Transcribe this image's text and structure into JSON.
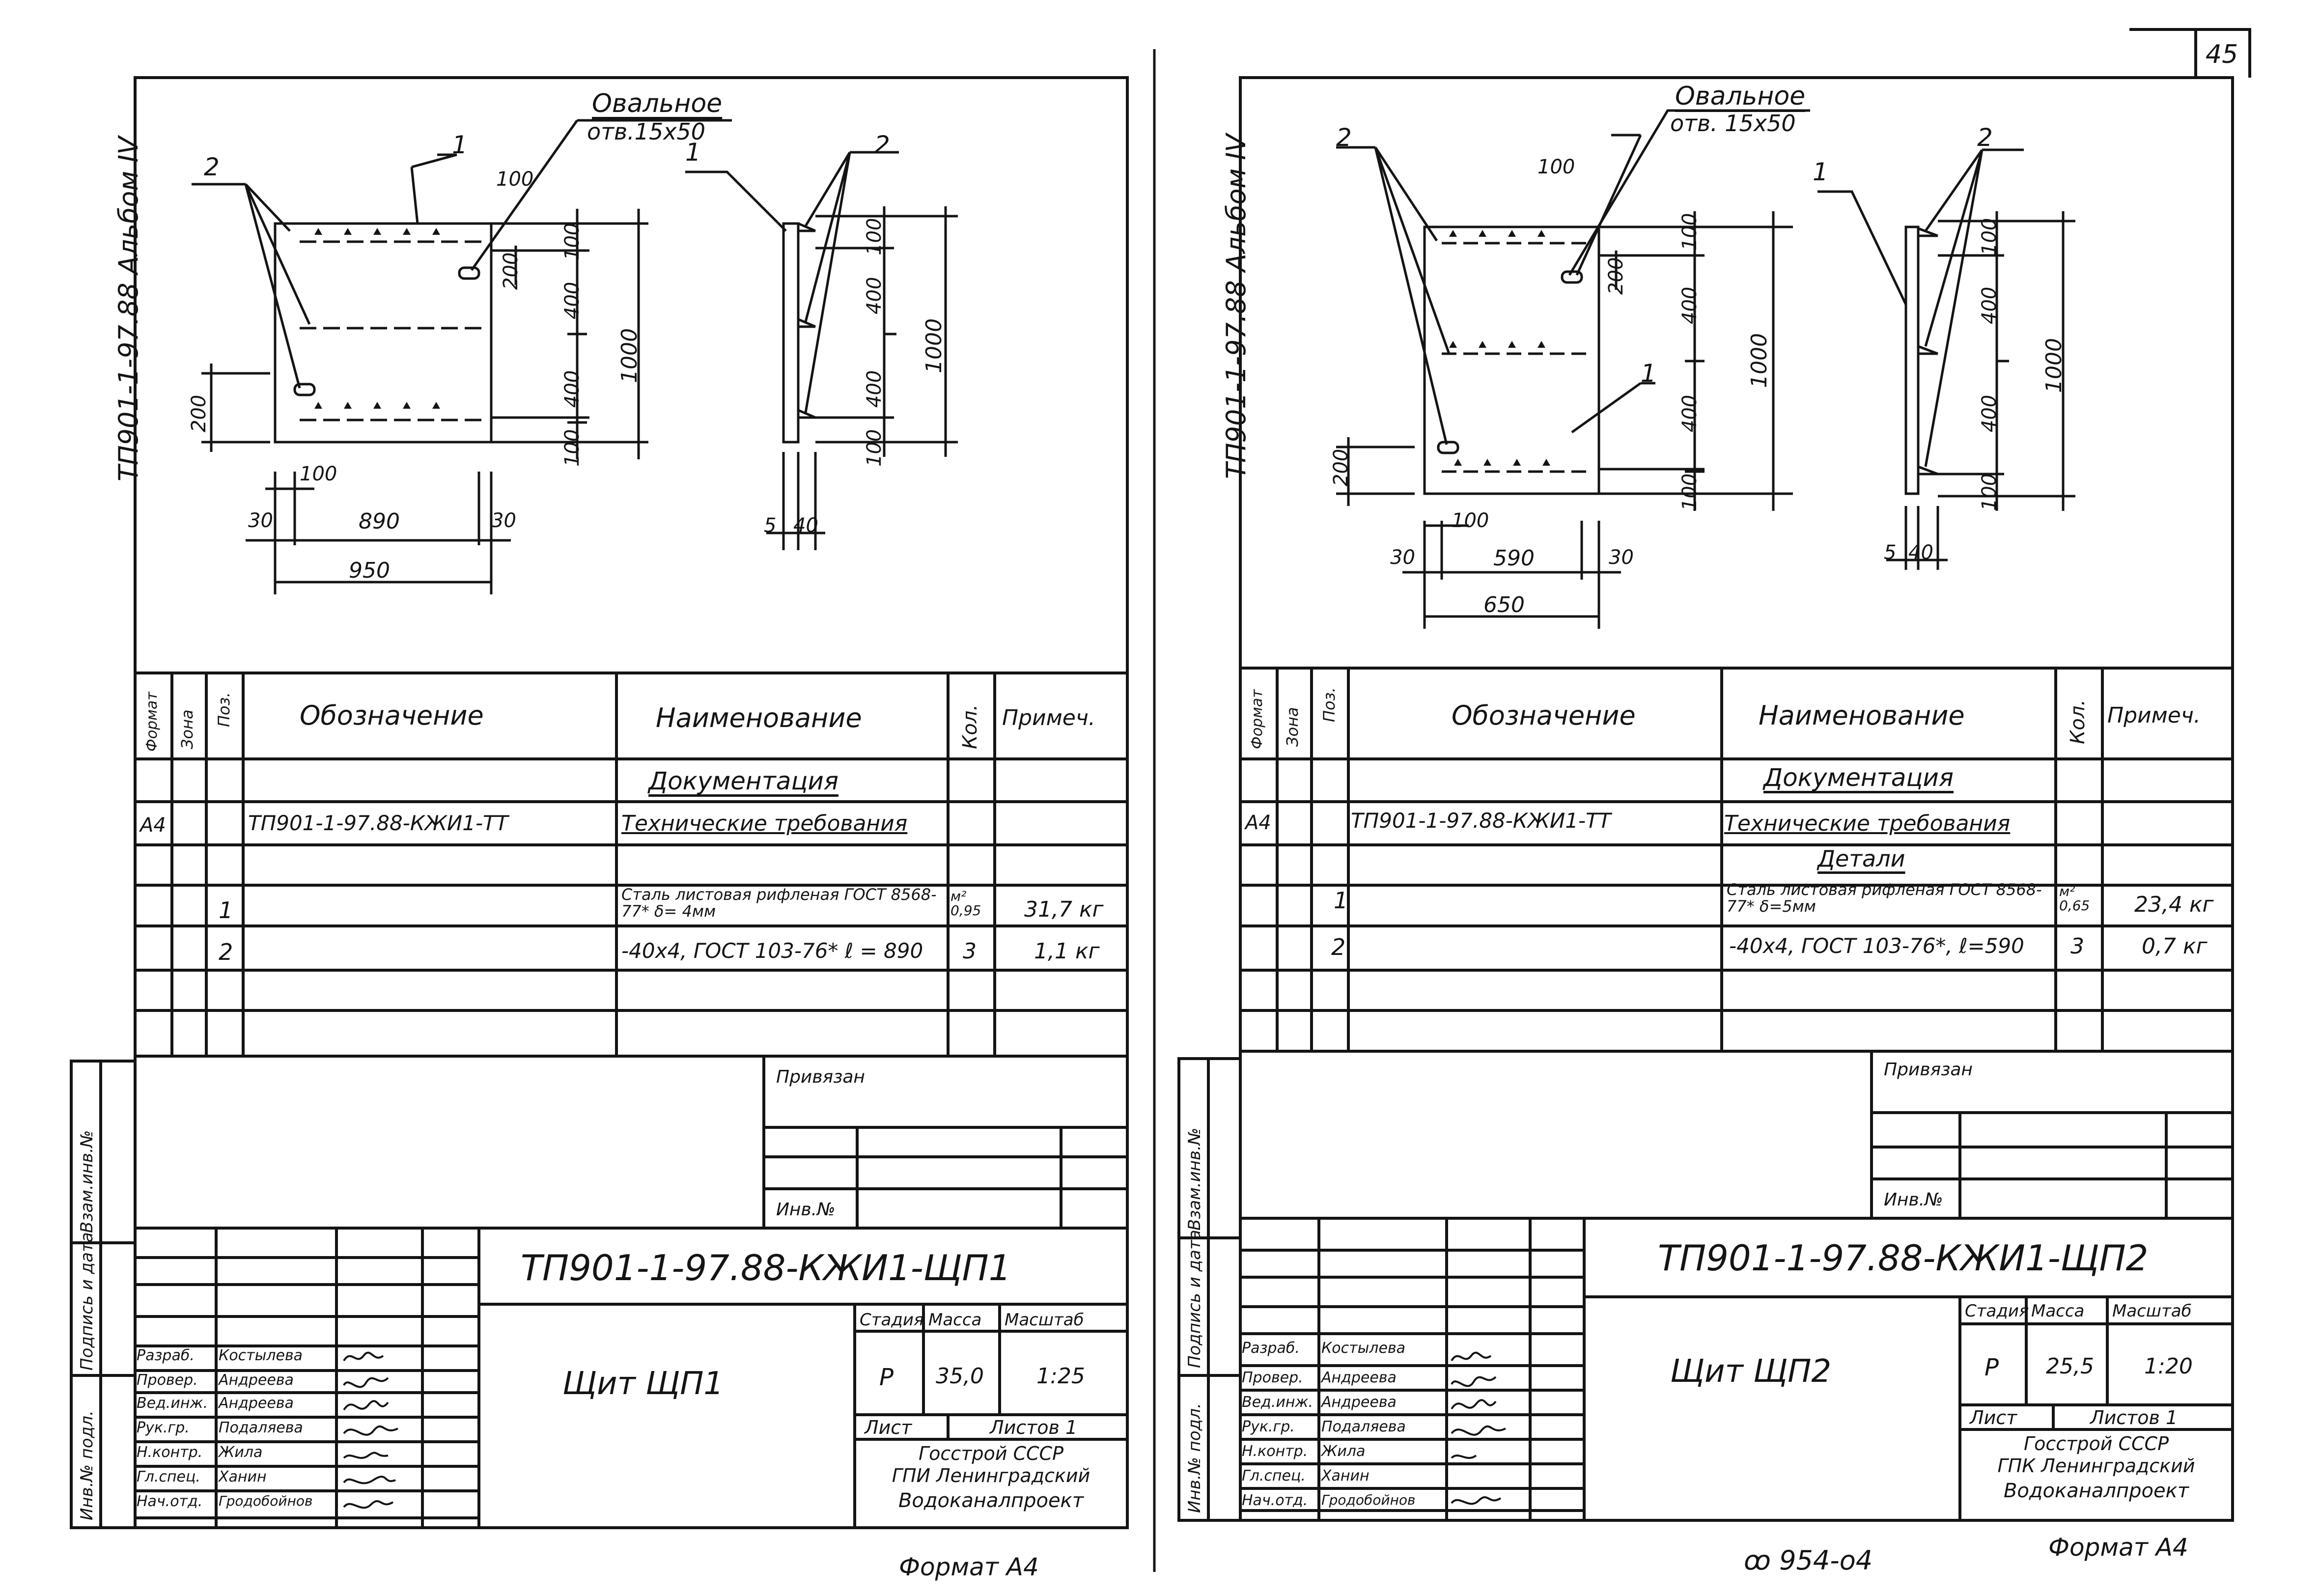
{
  "page_number": "45",
  "bottom_code": "ꝏ 954-o4",
  "sheets": [
    {
      "album": "ТП901-1-97.88 Альбом IV",
      "drawing": {
        "callout_oval": "Овальное",
        "callout_hole": "отв.15х50",
        "pos_1": "1",
        "pos_2": "2",
        "dims": [
          "100",
          "100",
          "200",
          "400",
          "400",
          "100",
          "1000",
          "200",
          "100",
          "30",
          "890",
          "30",
          "950",
          "100",
          "400",
          "400",
          "100",
          "1000",
          "5",
          "40"
        ]
      },
      "spec": {
        "headers": {
          "format": "Формат",
          "zone": "Зона",
          "pos": "Поз.",
          "designation": "Обозначение",
          "name": "Наименование",
          "qty": "Кол.",
          "note": "Примеч."
        },
        "rows": [
          {
            "format": "",
            "pos": "",
            "designation": "",
            "name": "Документация",
            "qty": "",
            "note": ""
          },
          {
            "format": "А4",
            "pos": "",
            "designation": "ТП901-1-97.88-КЖИ1-ТТ",
            "name": "Технические требования",
            "qty": "",
            "note": ""
          },
          {
            "format": "",
            "pos": "",
            "designation": "",
            "name": "",
            "qty": "",
            "note": ""
          },
          {
            "format": "",
            "pos": "1",
            "designation": "",
            "name": "Сталь листовая рифленая ГОСТ 8568-77* δ= 4мм",
            "qty": "м² 0,95",
            "note": "31,7 кг"
          },
          {
            "format": "",
            "pos": "2",
            "designation": "",
            "name": "-40х4, ГОСТ 103-76* ℓ = 890",
            "qty": "3",
            "note": "1,1 кг"
          },
          {
            "format": "",
            "pos": "",
            "designation": "",
            "name": "",
            "qty": "",
            "note": ""
          },
          {
            "format": "",
            "pos": "",
            "designation": "",
            "name": "",
            "qty": "",
            "note": ""
          }
        ]
      },
      "left_margin": [
        "Взам.инв.№",
        "Подпись и дата",
        "Инв.№ подл."
      ],
      "privyazan": "Привязан",
      "inv_no": "Инв.№",
      "title_block": {
        "code": "ТП901-1-97.88-КЖИ1-ЩП1",
        "title": "Щит ЩП1",
        "stage_label": "Стадия",
        "mass_label": "Масса",
        "scale_label": "Масштаб",
        "stage": "Р",
        "mass": "35,0",
        "scale": "1:25",
        "sheet_label": "Лист",
        "sheets_label": "Листов 1",
        "org": [
          "Госстрой СССР",
          "ГПИ Ленинградский",
          "Водоканалпроект"
        ],
        "staff": [
          {
            "role": "Разраб.",
            "name": "Костылева"
          },
          {
            "role": "Провер.",
            "name": "Андреева"
          },
          {
            "role": "Вед.инж.",
            "name": "Андреева"
          },
          {
            "role": "Рук.гр.",
            "name": "Подаляева"
          },
          {
            "role": "Н.контр.",
            "name": "Жила"
          },
          {
            "role": "Гл.спец.",
            "name": "Ханин"
          },
          {
            "role": "Нач.отд.",
            "name": "Гродобойнов"
          }
        ]
      },
      "format_label": "Формат А4"
    },
    {
      "album": "ТП901-1-97.88 Альбом IV",
      "drawing": {
        "callout_oval": "Овальное",
        "callout_hole": "отв. 15х50",
        "pos_1": "1",
        "pos_2": "2",
        "dims": [
          "100",
          "100",
          "200",
          "400",
          "400",
          "100",
          "1000",
          "200",
          "100",
          "30",
          "590",
          "30",
          "650",
          "100",
          "400",
          "400",
          "100",
          "1000",
          "5",
          "40"
        ]
      },
      "spec": {
        "headers": {
          "format": "Формат",
          "zone": "Зона",
          "pos": "Поз.",
          "designation": "Обозначение",
          "name": "Наименование",
          "qty": "Кол.",
          "note": "Примеч."
        },
        "rows": [
          {
            "format": "",
            "pos": "",
            "designation": "",
            "name": "Документация",
            "qty": "",
            "note": ""
          },
          {
            "format": "А4",
            "pos": "",
            "designation": "ТП901-1-97.88-КЖИ1-ТТ",
            "name": "Технические требования",
            "qty": "",
            "note": ""
          },
          {
            "format": "",
            "pos": "",
            "designation": "",
            "name": "Детали",
            "qty": "",
            "note": ""
          },
          {
            "format": "",
            "pos": "1",
            "designation": "",
            "name": "Сталь листовая рифленая ГОСТ 8568-77* δ=5мм",
            "qty": "м² 0,65",
            "note": "23,4 кг"
          },
          {
            "format": "",
            "pos": "2",
            "designation": "",
            "name": "-40х4, ГОСТ 103-76*, ℓ=590",
            "qty": "3",
            "note": "0,7 кг"
          },
          {
            "format": "",
            "pos": "",
            "designation": "",
            "name": "",
            "qty": "",
            "note": ""
          },
          {
            "format": "",
            "pos": "",
            "designation": "",
            "name": "",
            "qty": "",
            "note": ""
          }
        ]
      },
      "left_margin": [
        "Взам.инв.№",
        "Подпись и дата",
        "Инв.№ подл."
      ],
      "privyazan": "Привязан",
      "inv_no": "Инв.№",
      "title_block": {
        "code": "ТП901-1-97.88-КЖИ1-ЩП2",
        "title": "Щит ЩП2",
        "stage_label": "Стадия",
        "mass_label": "Масса",
        "scale_label": "Масштаб",
        "stage": "Р",
        "mass": "25,5",
        "scale": "1:20",
        "sheet_label": "Лист",
        "sheets_label": "Листов 1",
        "org": [
          "Госстрой СССР",
          "ГПК Ленинградский",
          "Водоканалпроект"
        ],
        "staff": [
          {
            "role": "Разраб.",
            "name": "Костылева"
          },
          {
            "role": "Провер.",
            "name": "Андреева"
          },
          {
            "role": "Вед.инж.",
            "name": "Андреева"
          },
          {
            "role": "Рук.гр.",
            "name": "Подаляева"
          },
          {
            "role": "Н.контр.",
            "name": "Жила"
          },
          {
            "role": "Гл.спец.",
            "name": "Ханин"
          },
          {
            "role": "Нач.отд.",
            "name": "Гродобойнов"
          }
        ]
      },
      "format_label": "Формат А4"
    }
  ]
}
